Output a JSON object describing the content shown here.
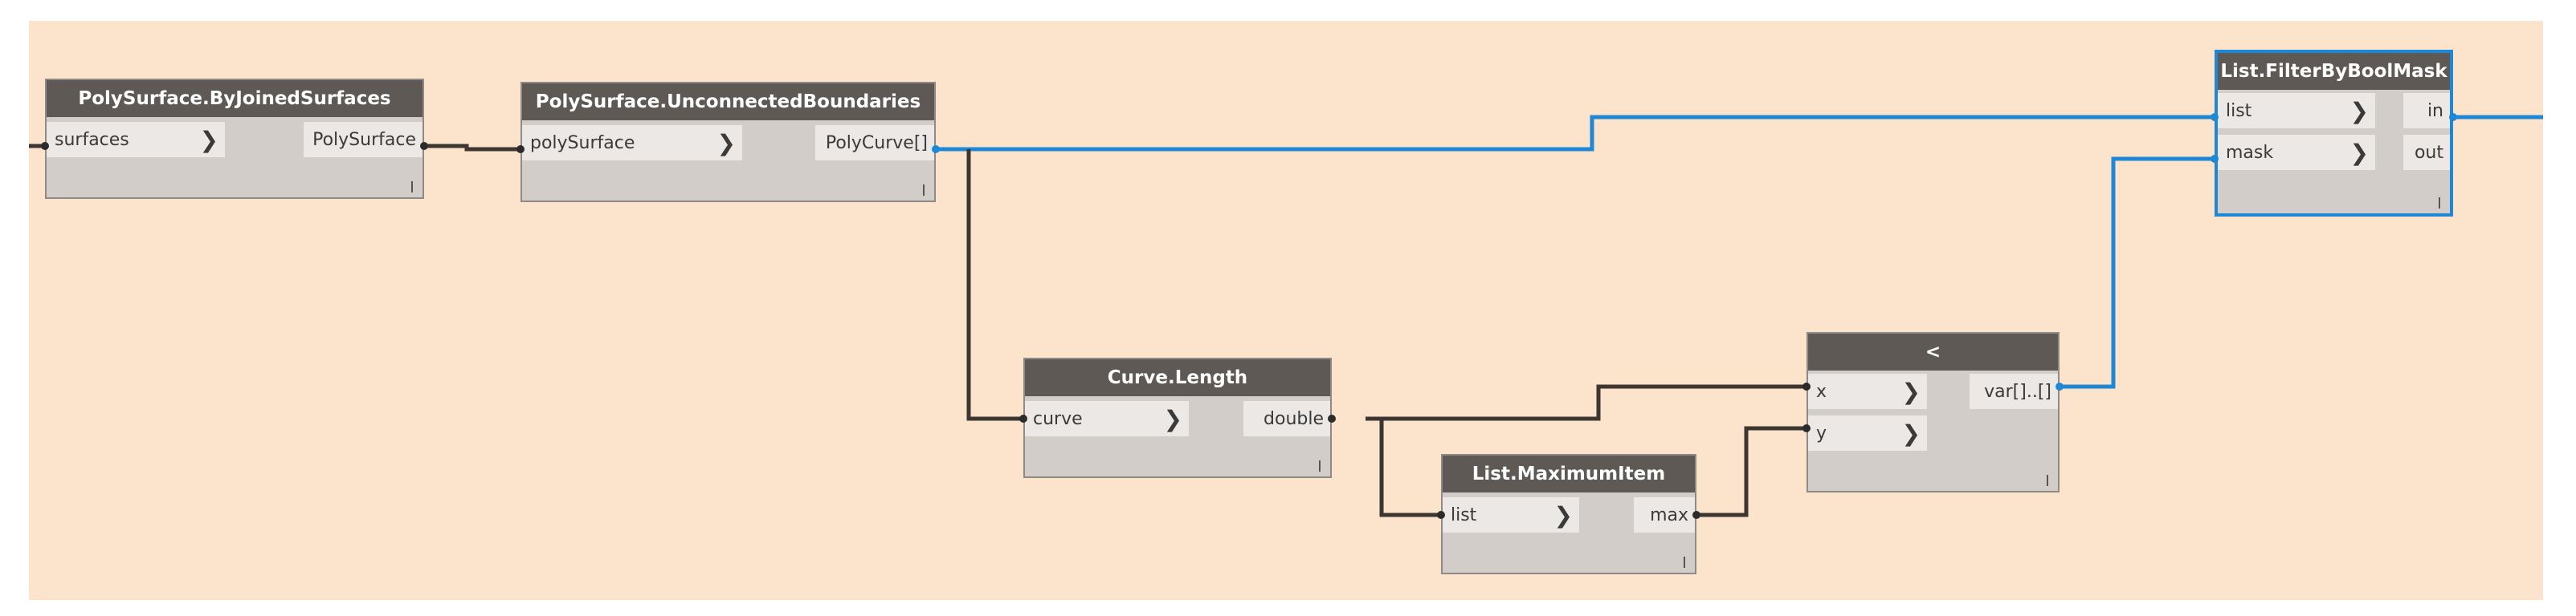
{
  "nodes": {
    "joined": {
      "title": "PolySurface.ByJoinedSurfaces",
      "in": [
        "surfaces"
      ],
      "out": [
        "PolySurface"
      ]
    },
    "boundaries": {
      "title": "PolySurface.UnconnectedBoundaries",
      "in": [
        "polySurface"
      ],
      "out": [
        "PolyCurve[]"
      ]
    },
    "length": {
      "title": "Curve.Length",
      "in": [
        "curve"
      ],
      "out": [
        "double"
      ]
    },
    "maxitem": {
      "title": "List.MaximumItem",
      "in": [
        "list"
      ],
      "out": [
        "max"
      ]
    },
    "lessthan": {
      "title": "<",
      "in": [
        "x",
        "y"
      ],
      "out": [
        "var[]..[]"
      ]
    },
    "filter": {
      "title": "List.FilterByBoolMask",
      "in": [
        "list",
        "mask"
      ],
      "out": [
        "in",
        "out"
      ]
    }
  },
  "colors": {
    "canvas": "#fce4cc",
    "node_body": "#d3cdc9",
    "node_header": "#5f5955",
    "wire_dark": "#3d3530",
    "wire_selected": "#1e88d6"
  },
  "icons": {
    "port_arrow": "chevron-right-icon"
  }
}
